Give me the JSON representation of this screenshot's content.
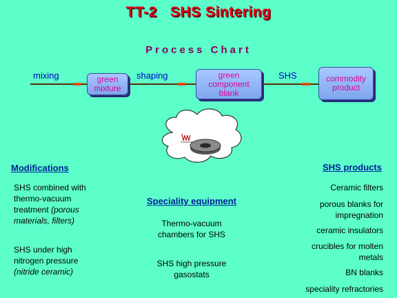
{
  "title": "TT-2   SHS Sintering",
  "subtitle": "Process Chart",
  "flow": {
    "step1_label": "mixing",
    "box1": "green\nmixture",
    "step2_label": "shaping",
    "box2": "green\ncomponent\nblank",
    "step3_label": "SHS",
    "box3": "commodity\nproduct"
  },
  "modifications": {
    "heading": "Modifications",
    "item1_line1": "SHS combined with",
    "item1_line2": "thermo-vacuum",
    "item1_line3a": "treatment",
    "item1_line3b": "(porous",
    "item1_line4": "materials, filters)",
    "item2_line1": "SHS under high",
    "item2_line2": "nitrogen pressure",
    "item2_line3": "(nitride ceramic)"
  },
  "equipment": {
    "heading": "Speciality  equipment",
    "item1": "Thermo-vacuum\nchambers for SHS",
    "item2": "SHS high pressure\ngasostats"
  },
  "products": {
    "heading": "SHS products",
    "items": [
      "Ceramic filters",
      "porous blanks for\nimpregnation",
      "ceramic insulators",
      "crucibles for molten\nmetals",
      "BN blanks",
      "speciality refractories"
    ]
  },
  "colors": {
    "background": "#5cffc9",
    "title": "#e0001a",
    "box_fill": "#8fb2f5",
    "box_text": "#e0009a",
    "label_blue": "#0000cc"
  }
}
